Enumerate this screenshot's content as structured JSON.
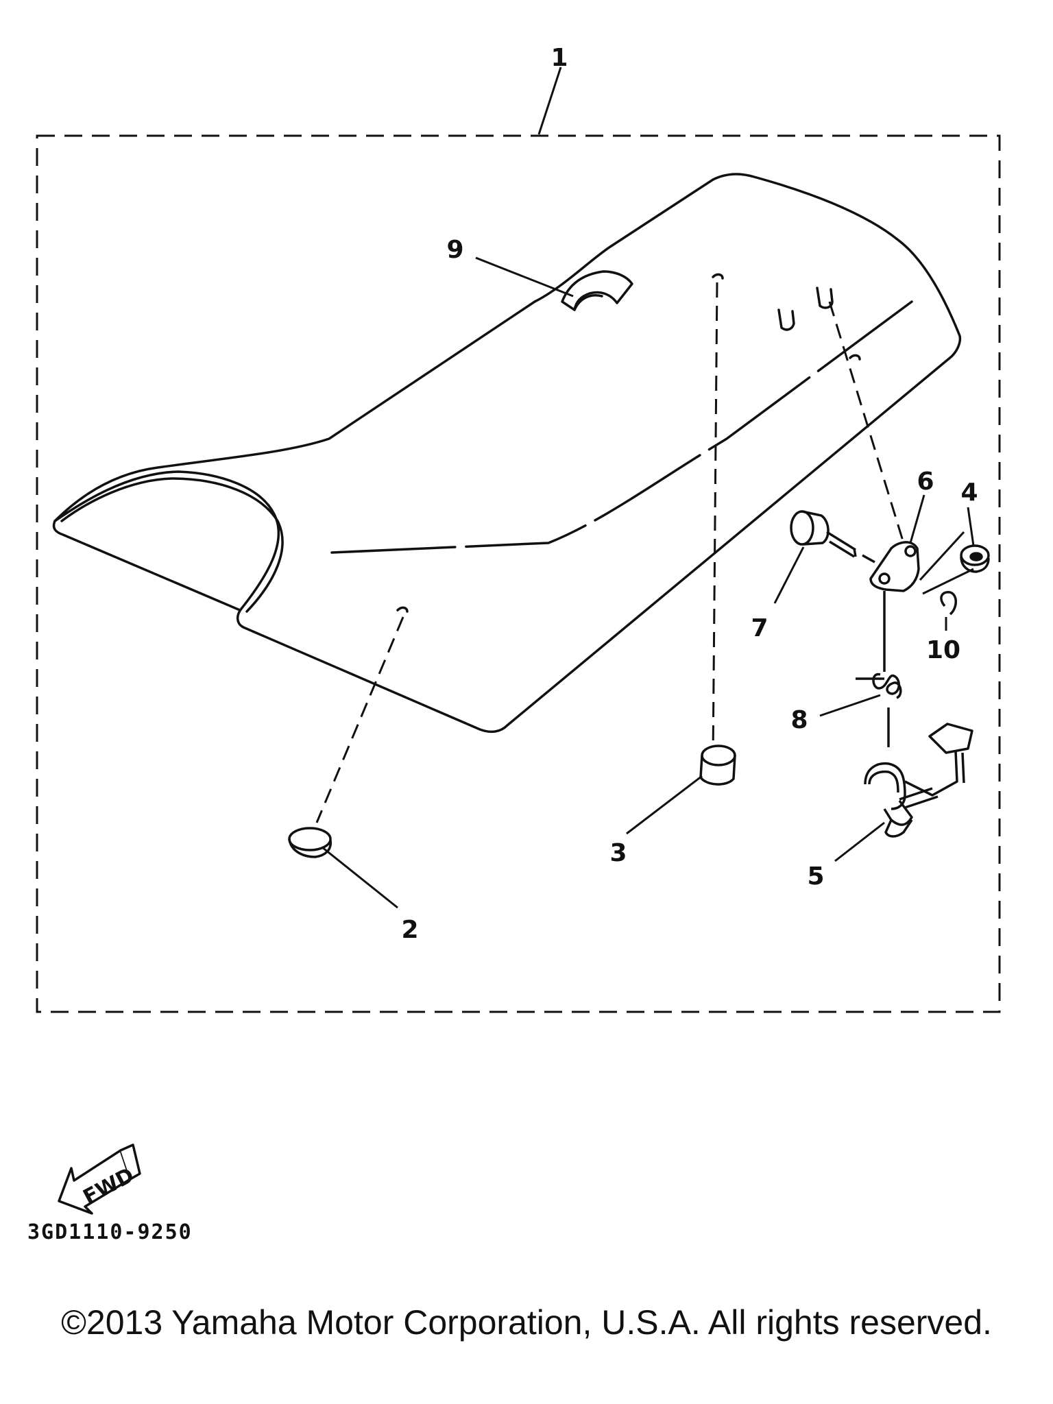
{
  "diagram": {
    "part_code": "3GD1110-9250",
    "fwd_label": "FWD",
    "copyright": "©2013 Yamaha Motor Corporation, U.S.A. All rights reserved.",
    "callouts": [
      {
        "id": "1",
        "label": "1"
      },
      {
        "id": "2",
        "label": "2"
      },
      {
        "id": "3",
        "label": "3"
      },
      {
        "id": "4",
        "label": "4"
      },
      {
        "id": "5",
        "label": "5"
      },
      {
        "id": "6",
        "label": "6"
      },
      {
        "id": "7",
        "label": "7"
      },
      {
        "id": "8",
        "label": "8"
      },
      {
        "id": "9",
        "label": "9"
      },
      {
        "id": "10",
        "label": "10"
      }
    ]
  }
}
